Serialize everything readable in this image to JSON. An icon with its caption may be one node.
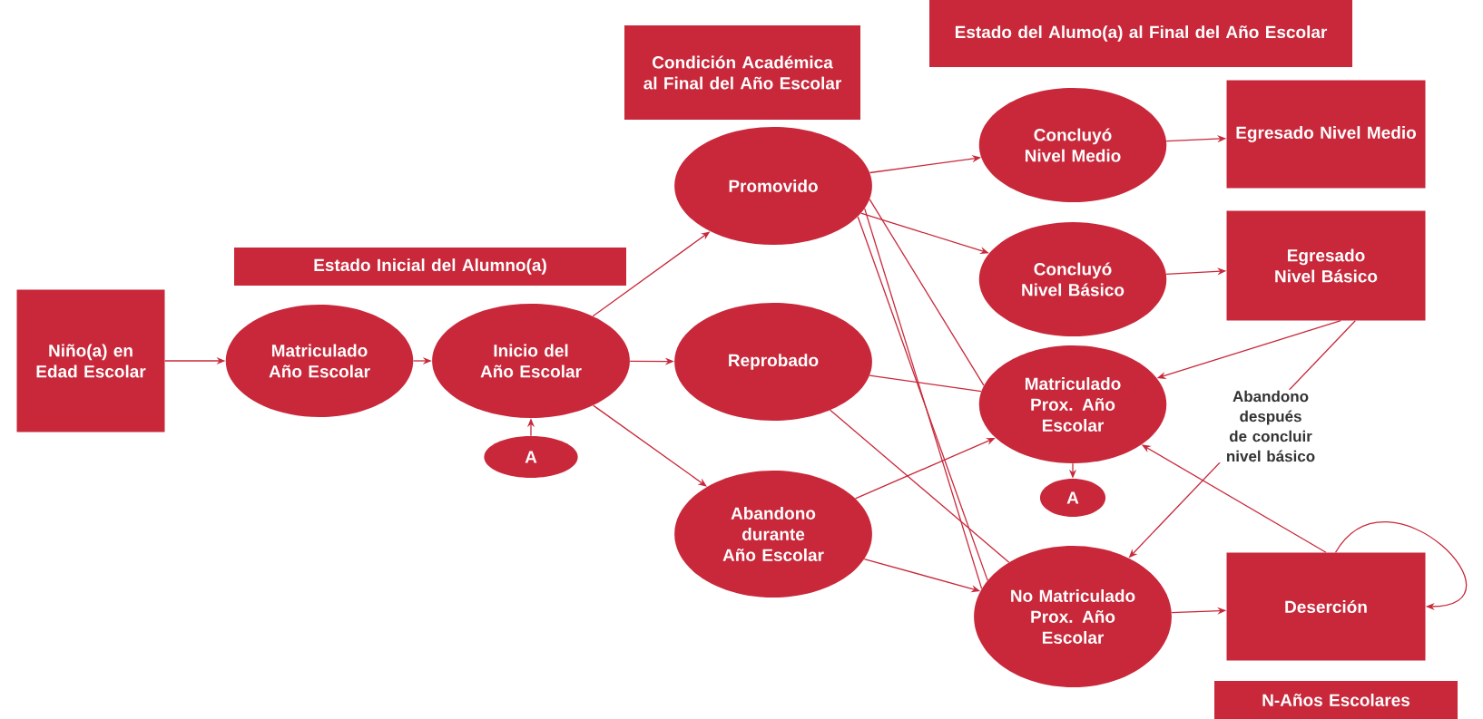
{
  "diagram": {
    "nodes": [
      {
        "text": [
          "Condición Académica al Final del Año Escolar"
        ]
      },
      {
        "text": [
          "Estado del Alumo(a) al Final del Año Escolar"
        ]
      },
      {
        "text": [
          "Estado Inicial del Alumno(a)"
        ]
      },
      {
        "text": [
          "Niño(a) en Edad Escolar"
        ]
      },
      {
        "text": [
          "Matriculado Año Escolar"
        ]
      },
      {
        "text": [
          "Inicio del Año Escolar"
        ]
      },
      {
        "text": [
          "A"
        ]
      },
      {
        "text": [
          "Promovido"
        ]
      },
      {
        "text": [
          "Reprobado"
        ]
      },
      {
        "text": [
          "Abandono durante Año Escolar"
        ]
      },
      {
        "text": [
          "Concluyó Nivel Medio"
        ]
      },
      {
        "text": [
          "Concluyó Nivel Básico"
        ]
      },
      {
        "text": [
          "Matriculado Prox. Año Escolar"
        ]
      },
      {
        "text": [
          "A"
        ]
      },
      {
        "text": [
          "No Matriculado Prox. Año Escolar"
        ]
      },
      {
        "text": [
          "Egresado Nivel Medio"
        ]
      },
      {
        "text": [
          "Egresado Nivel Básico"
        ]
      },
      {
        "text": [
          "Deserción"
        ]
      },
      {
        "text": [
          "N-Años Escolares"
        ]
      }
    ],
    "edges": [
      {
        "from": 3,
        "to": 4,
        "arrow": "to"
      },
      {
        "from": 4,
        "to": 5,
        "arrow": "to"
      },
      {
        "from": 6,
        "to": 5,
        "arrow": "to"
      },
      {
        "from": 5,
        "to": 7,
        "arrow": "to"
      },
      {
        "from": 5,
        "to": 8,
        "arrow": "to"
      },
      {
        "from": 5,
        "to": 9,
        "arrow": "to"
      },
      {
        "from": 7,
        "to": 10,
        "arrow": "to"
      },
      {
        "from": 7,
        "to": 11,
        "arrow": "to"
      },
      {
        "from": 7,
        "to": 12,
        "arrow": "none"
      },
      {
        "from": 7,
        "to": 14,
        "arrow": "none"
      },
      {
        "from": 7,
        "to": 14,
        "arrow": "none"
      },
      {
        "from": 8,
        "to": 12,
        "arrow": "none"
      },
      {
        "from": 8,
        "to": 14,
        "arrow": "none"
      },
      {
        "from": 9,
        "to": 12,
        "arrow": "to"
      },
      {
        "from": 9,
        "to": 14,
        "arrow": "to"
      },
      {
        "from": 10,
        "to": 15,
        "arrow": "to"
      },
      {
        "from": 11,
        "to": 16,
        "arrow": "to"
      },
      {
        "from": 12,
        "to": 13,
        "arrow": "to"
      },
      {
        "from": 16,
        "to": 12,
        "arrow": "to"
      },
      {
        "from": 16,
        "to": 14,
        "arrow": "to",
        "label": "Abandono después de concluir nivel básico"
      },
      {
        "from": 14,
        "to": 17,
        "arrow": "to"
      },
      {
        "from": 17,
        "to": 12,
        "arrow": "to"
      },
      {
        "from": 17,
        "to": 17,
        "arrow": "to"
      }
    ]
  }
}
